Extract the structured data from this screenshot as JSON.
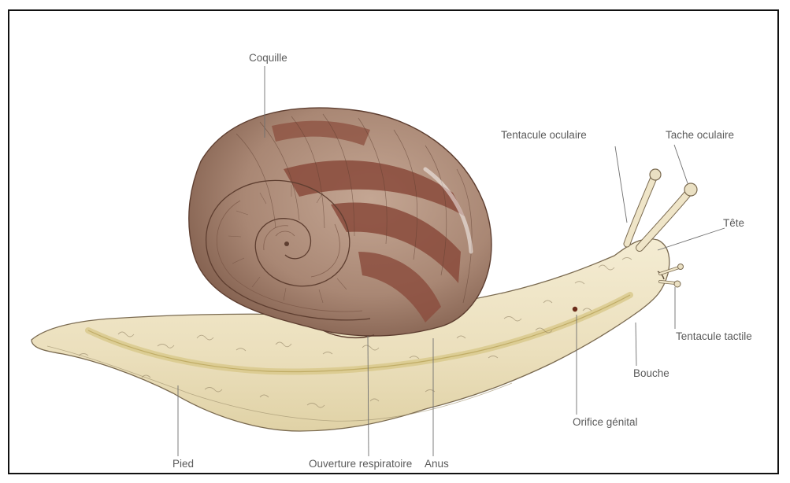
{
  "labels": {
    "coquille": "Coquille",
    "tentacule_oculaire": "Tentacule oculaire",
    "tache_oculaire": "Tache oculaire",
    "tete": "Tête",
    "tentacule_tactile": "Tentacule tactile",
    "bouche": "Bouche",
    "orifice_genital": "Orifice génital",
    "anus": "Anus",
    "ouverture_respiratoire": "Ouverture respiratoire",
    "pied": "Pied"
  },
  "colors": {
    "shell_base": "#a98774",
    "shell_band": "#8c4f3f",
    "body": "#ece2c2",
    "body_shadow": "#d8c88a",
    "outline": "#7a6a50",
    "leader": "#6f6f6f",
    "text": "#5b5b5b"
  }
}
